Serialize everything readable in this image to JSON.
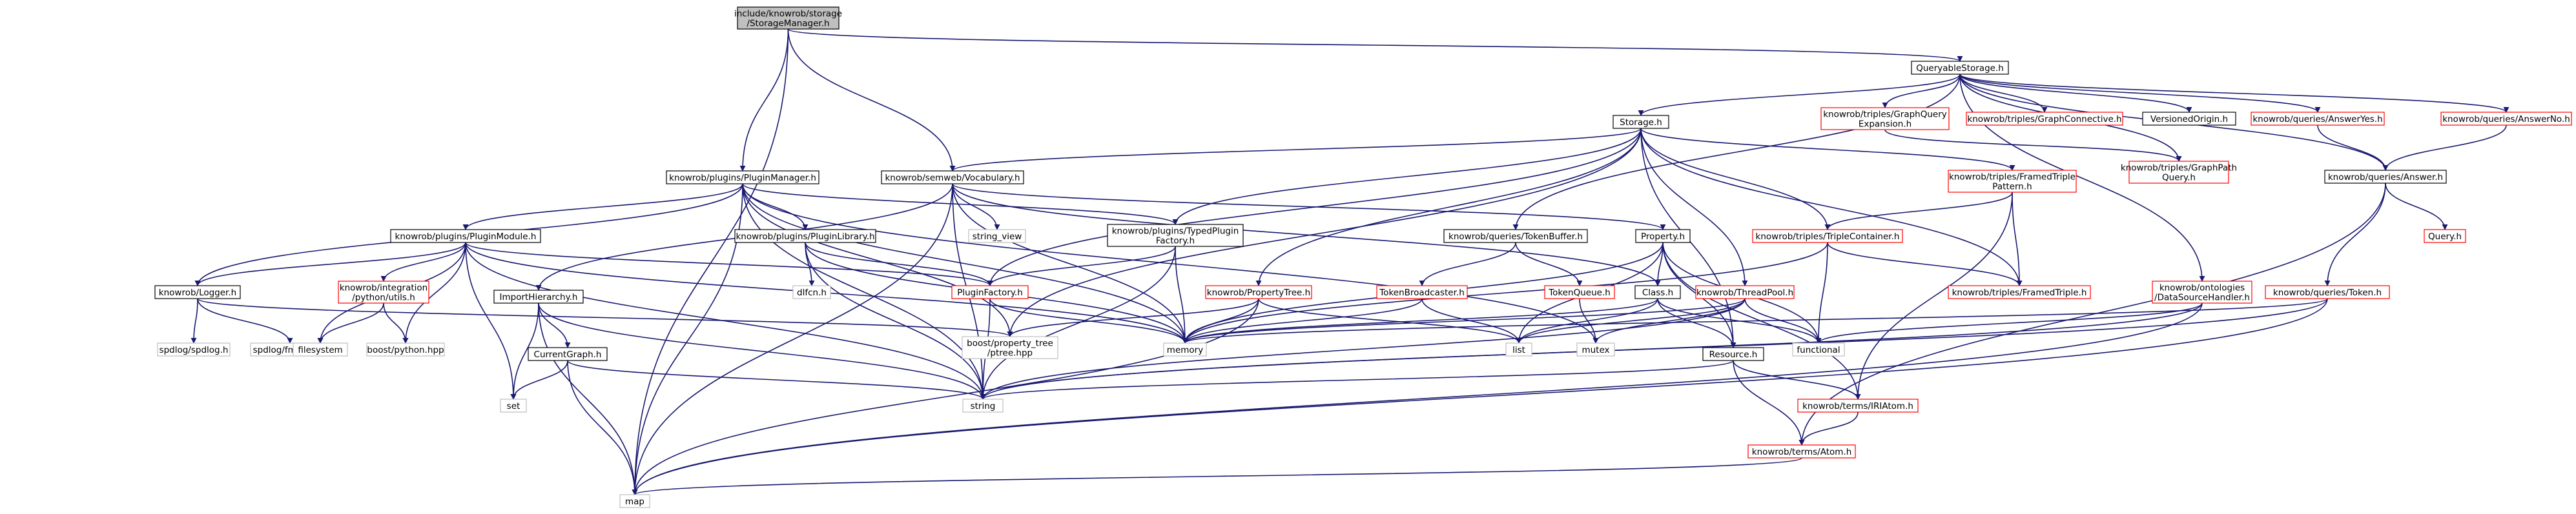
{
  "colors": {
    "edge": "#191970",
    "root_fill": "#bfbfbf",
    "documented_border": "#000000",
    "undocumented_border": "#ff0000",
    "system_border": "#bfbfbf"
  },
  "nodes": {
    "root": [
      "include/knowrob/storage",
      "/StorageManager.h"
    ],
    "queryable_storage": [
      "QueryableStorage.h"
    ],
    "storage": [
      "Storage.h"
    ],
    "plugin_manager": [
      "knowrob/plugins/PluginManager.h"
    ],
    "vocabulary": [
      "knowrob/semweb/Vocabulary.h"
    ],
    "graph_query_expansion": [
      "knowrob/triples/GraphQuery",
      "Expansion.h"
    ],
    "graph_connective": [
      "knowrob/triples/GraphConnective.h"
    ],
    "versioned_origin": [
      "VersionedOrigin.h"
    ],
    "answer_yes": [
      "knowrob/queries/AnswerYes.h"
    ],
    "answer_no": [
      "knowrob/queries/AnswerNo.h"
    ],
    "graph_path_query": [
      "knowrob/triples/GraphPath",
      "Query.h"
    ],
    "answer": [
      "knowrob/queries/Answer.h"
    ],
    "framed_triple_pattern": [
      "knowrob/triples/FramedTriple",
      "Pattern.h"
    ],
    "plugin_module": [
      "knowrob/plugins/PluginModule.h"
    ],
    "plugin_library": [
      "knowrob/plugins/PluginLibrary.h"
    ],
    "typed_plugin_factory": [
      "knowrob/plugins/TypedPlugin",
      "Factory.h"
    ],
    "string_view": [
      "string_view"
    ],
    "token_buffer": [
      "knowrob/queries/TokenBuffer.h"
    ],
    "property": [
      "Property.h"
    ],
    "triple_container": [
      "knowrob/triples/TripleContainer.h"
    ],
    "query": [
      "Query.h"
    ],
    "logger": [
      "knowrob/Logger.h"
    ],
    "integration_utils": [
      "knowrob/integration",
      "/python/utils.h"
    ],
    "dlfcn": [
      "dlfcn.h"
    ],
    "plugin_factory": [
      "PluginFactory.h"
    ],
    "property_tree": [
      "knowrob/PropertyTree.h"
    ],
    "token_broadcaster": [
      "TokenBroadcaster.h"
    ],
    "token_queue": [
      "TokenQueue.h"
    ],
    "class": [
      "Class.h"
    ],
    "thread_pool": [
      "knowrob/ThreadPool.h"
    ],
    "framed_triple": [
      "knowrob/triples/FramedTriple.h"
    ],
    "data_source_handler": [
      "knowrob/ontologies",
      "/DataSourceHandler.h"
    ],
    "token": [
      "knowrob/queries/Token.h"
    ],
    "import_hierarchy": [
      "ImportHierarchy.h"
    ],
    "spdlog": [
      "spdlog/spdlog.h"
    ],
    "fmt_ostr": [
      "spdlog/fmt/ostr.h"
    ],
    "filesystem": [
      "filesystem"
    ],
    "boost_python": [
      "boost/python.hpp"
    ],
    "ptree": [
      "boost/property_tree",
      "/ptree.hpp"
    ],
    "memory": [
      "memory"
    ],
    "list": [
      "list"
    ],
    "mutex": [
      "mutex"
    ],
    "functional": [
      "functional"
    ],
    "current_graph": [
      "CurrentGraph.h"
    ],
    "resource": [
      "Resource.h"
    ],
    "set": [
      "set"
    ],
    "string": [
      "string"
    ],
    "iri_atom": [
      "knowrob/terms/IRIAtom.h"
    ],
    "atom": [
      "knowrob/terms/Atom.h"
    ],
    "map": [
      "map"
    ]
  }
}
